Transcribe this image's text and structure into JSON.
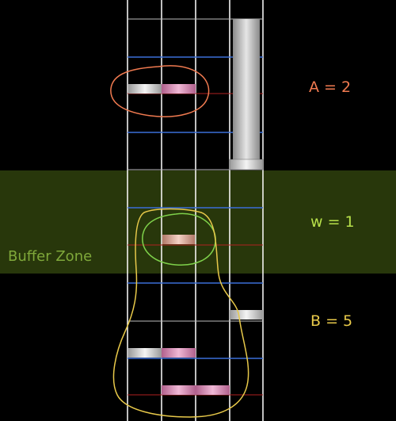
{
  "playfield": {
    "lanes": 4,
    "colors": {
      "background": "#000000",
      "lane_line": "#ffffff",
      "beat_line": "#3a6fd8",
      "judge_line": "#b02020",
      "buffer_zone": "#2a3a0c",
      "zone_label": "#7fa83a",
      "note_white": "#d8d8d8",
      "note_pink": "#d889b4",
      "hold_bar": "#c8c8c8"
    }
  },
  "annotations": {
    "a_label": "A = 2",
    "a_color": "#f07a50",
    "w_label": "w = 1",
    "w_color": "#b7e04a",
    "b_label": "B = 5",
    "b_color": "#e8c94a",
    "buffer_zone_label": "Buffer Zone",
    "outline_a": "orange",
    "outline_w": "green",
    "outline_b": "yellow"
  }
}
